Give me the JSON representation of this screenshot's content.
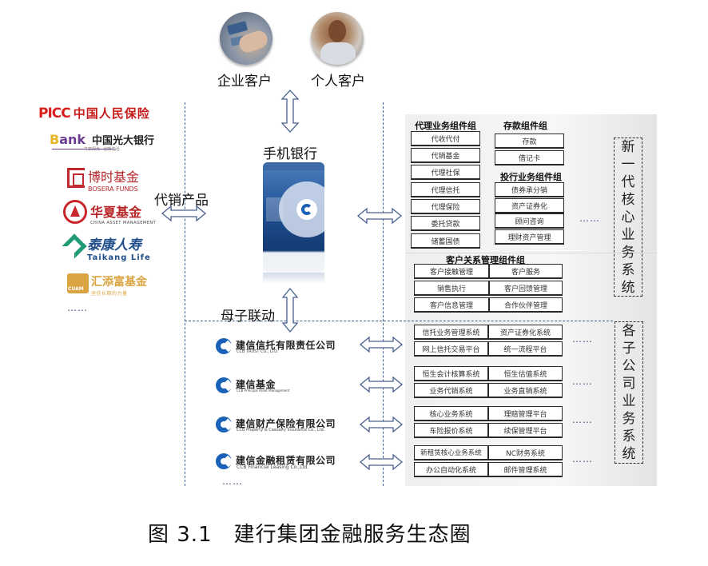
{
  "customers": {
    "enterprise": "企业客户",
    "personal": "个人客户"
  },
  "mobile_banking": "手机银行",
  "distribution_label": "代销产品",
  "parent_child_label": "母子联动",
  "partners": [
    {
      "id": "picc",
      "brand": "PICC",
      "name": "中国人民保险",
      "color": "#d8201e"
    },
    {
      "id": "ceb",
      "brand_b": "B",
      "brand_ank": "ank",
      "name": "中国光大银行",
      "tagline": "共享阳光 · 创新生活",
      "color": "#6b3b8e"
    },
    {
      "id": "bosera",
      "name": "博时基金",
      "english": "BOSERA FUNDS",
      "color": "#b5282d"
    },
    {
      "id": "chinaamc",
      "name": "华夏基金",
      "english": "CHINA ASSET MANAGEMENT",
      "color": "#b8262a"
    },
    {
      "id": "taikang",
      "name": "泰康人寿",
      "english": "Taikang Life",
      "color": "#1f4e8a"
    },
    {
      "id": "cuam",
      "name": "汇添富基金",
      "tagline": "坚信长期的力量",
      "icon_text": "CUAM",
      "color": "#d9a441"
    }
  ],
  "ellipsis": "……",
  "core_system": {
    "label_chars": [
      "新",
      "一",
      "代",
      "核",
      "心",
      "业",
      "务",
      "系",
      "统"
    ],
    "groups": {
      "agency": {
        "title": "代理业务组件组",
        "items": [
          "代收代付",
          "代销基金",
          "代理社保",
          "代理信托",
          "代理保险",
          "委托贷款",
          "储蓄国债"
        ]
      },
      "deposit": {
        "title": "存款组件组",
        "items": [
          "存款",
          "借记卡"
        ]
      },
      "investment_banking": {
        "title": "投行业务组件组",
        "items": [
          "债券承分销",
          "资产证券化",
          "顾问咨询",
          "理财资产管理"
        ]
      },
      "crm": {
        "title": "客户关系管理组件组",
        "items": [
          "客户接触管理",
          "客户服务",
          "销售执行",
          "客户回馈管理",
          "客户信息管理",
          "合作伙伴管理"
        ]
      }
    },
    "dots": "……"
  },
  "subsidiary_system": {
    "label_chars": [
      "各",
      "子",
      "公",
      "司",
      "业",
      "务",
      "系",
      "统"
    ],
    "subsidiaries": [
      {
        "name": "建信信托有限责任公司",
        "english": "CCB TRUST CO., LTD.",
        "systems": [
          "信托业务管理系统",
          "资产证券化系统",
          "网上信托交易平台",
          "统一流程平台"
        ],
        "dots": "……"
      },
      {
        "name": "建信基金",
        "english": "CCB Principal Asset Management",
        "systems": [
          "恒生会计核算系统",
          "恒生估值系统",
          "业务代销系统",
          "业务直销系统"
        ],
        "dots": "……"
      },
      {
        "name": "建信财产保险有限公司",
        "english": "CCB Property & Casualty Insurance Co., Ltd.",
        "systems": [
          "核心业务系统",
          "理赔管理平台",
          "车险报价系统",
          "续保管理平台"
        ],
        "dots": "……"
      },
      {
        "name": "建信金融租赁有限公司",
        "english": "CCB Financial Leasing Co.,Ltd.",
        "systems": [
          "新租赁核心业务系统",
          "NC财务系统",
          "办公自动化系统",
          "邮件管理系统"
        ],
        "dots": "……"
      }
    ]
  },
  "caption": "图 3.1　建行集团金融服务生态圈",
  "colors": {
    "dashed_line": "#3b5a8f",
    "arrow_stroke": "#4a5f8f",
    "ccb_blue": "#1a62b8",
    "panel_gray": "#efefef"
  }
}
